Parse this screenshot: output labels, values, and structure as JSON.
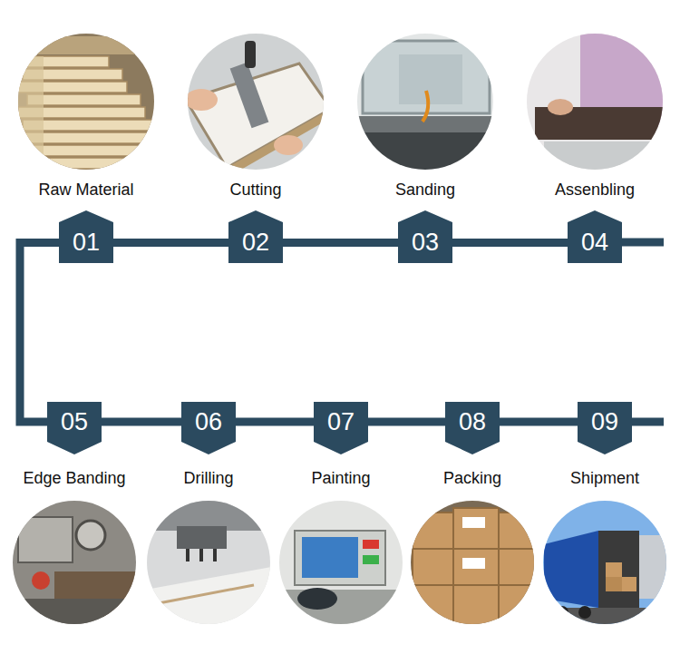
{
  "diagram": {
    "nodes": [
      {
        "text": [
          "Raw Material",
          "01"
        ]
      },
      {
        "text": [
          "Cutting",
          "02"
        ]
      },
      {
        "text": [
          "Sanding",
          "03"
        ]
      },
      {
        "text": [
          "Assenbling",
          "04"
        ]
      },
      {
        "text": [
          "05",
          "Edge Banding"
        ]
      },
      {
        "text": [
          "06",
          "Drilling"
        ]
      },
      {
        "text": [
          "07",
          "Painting"
        ]
      },
      {
        "text": [
          "08",
          "Packing"
        ]
      },
      {
        "text": [
          "09",
          "Shipment"
        ]
      }
    ],
    "edges": [
      {
        "from": 0,
        "to": 1,
        "arrow": "none"
      },
      {
        "from": 1,
        "to": 2,
        "arrow": "none"
      },
      {
        "from": 2,
        "to": 3,
        "arrow": "none"
      },
      {
        "from": 0,
        "to": 4,
        "arrow": "none"
      },
      {
        "from": 4,
        "to": 5,
        "arrow": "none"
      },
      {
        "from": 5,
        "to": 6,
        "arrow": "none"
      },
      {
        "from": 6,
        "to": 7,
        "arrow": "none"
      },
      {
        "from": 7,
        "to": 8,
        "arrow": "none"
      }
    ]
  }
}
